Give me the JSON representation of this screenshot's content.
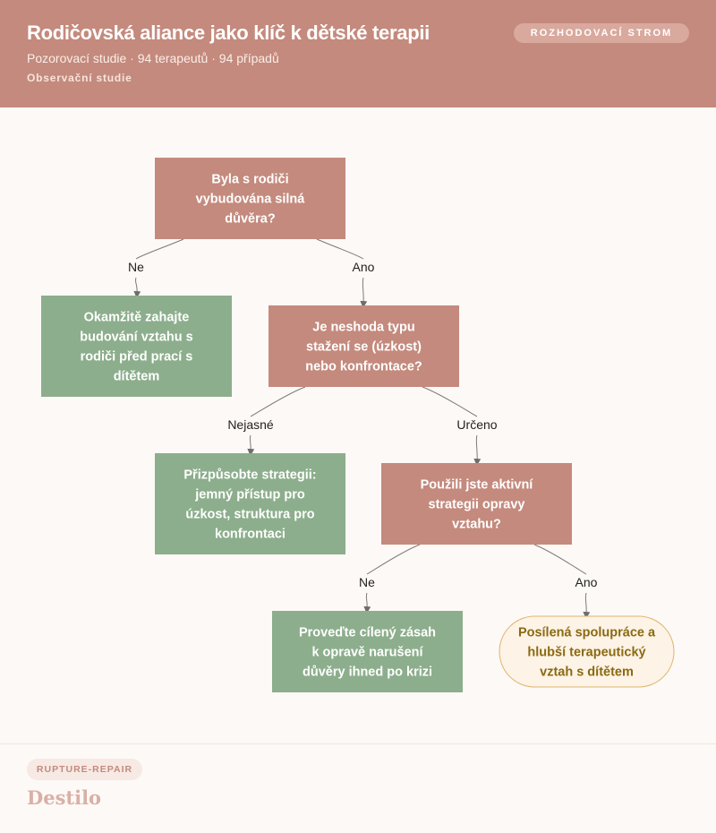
{
  "header": {
    "title": "Rodičovská aliance jako klíč k dětské terapii",
    "subtitle": "Pozorovací studie · 94 terapeutů · 94 případů",
    "label": "Observační studie",
    "badge": "ROZHODOVACÍ STROM"
  },
  "colors": {
    "decision": "#c48a7d",
    "action": "#8cae8c",
    "outcome_fill": "#fdf3e6",
    "outcome_border": "#dfb56a",
    "outcome_text": "#8a6a12"
  },
  "nodes": [
    {
      "id": "q1",
      "type": "decision",
      "lines": [
        "Byla s rodiči",
        "vybudována silná",
        "důvěra?"
      ]
    },
    {
      "id": "a1",
      "type": "action",
      "lines": [
        "Okamžitě zahajte",
        "budování vztahu s",
        "rodiči před prací s",
        "dítětem"
      ]
    },
    {
      "id": "q2",
      "type": "decision",
      "lines": [
        "Je neshoda typu",
        "stažení se (úzkost)",
        "nebo konfrontace?"
      ]
    },
    {
      "id": "a2",
      "type": "action",
      "lines": [
        "Přizpůsobte strategii:",
        "jemný přístup pro",
        "úzkost, struktura pro",
        "konfrontaci"
      ]
    },
    {
      "id": "q3",
      "type": "decision",
      "lines": [
        "Použili jste aktivní",
        "strategii opravy",
        "vztahu?"
      ]
    },
    {
      "id": "a3",
      "type": "action",
      "lines": [
        "Proveďte cílený zásah",
        "k opravě narušení",
        "důvěry ihned po krizi"
      ]
    },
    {
      "id": "o1",
      "type": "outcome",
      "lines": [
        "Posílená spolupráce a",
        "hlubší terapeutický",
        "vztah s dítětem"
      ]
    }
  ],
  "edges": [
    {
      "from": "q1",
      "to": "a1",
      "label": "Ne"
    },
    {
      "from": "q1",
      "to": "q2",
      "label": "Ano"
    },
    {
      "from": "q2",
      "to": "a2",
      "label": "Nejasné"
    },
    {
      "from": "q2",
      "to": "q3",
      "label": "Určeno"
    },
    {
      "from": "q3",
      "to": "a3",
      "label": "Ne"
    },
    {
      "from": "q3",
      "to": "o1",
      "label": "Ano"
    }
  ],
  "footer": {
    "tag": "RUPTURE-REPAIR",
    "brand": "Destilo"
  }
}
